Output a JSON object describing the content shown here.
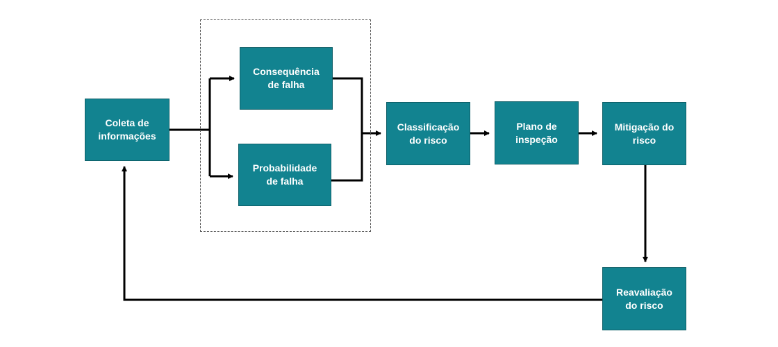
{
  "colors": {
    "node_fill": "#128390",
    "node_border": "#0d5f68",
    "node_text": "#ffffff",
    "connector": "#000000",
    "group_border": "#555555"
  },
  "nodes": {
    "coleta": {
      "line1": "Coleta de",
      "line2": "informações"
    },
    "consequencia": {
      "line1": "Consequência",
      "line2": "de falha"
    },
    "probabilidade": {
      "line1": "Probabilidade",
      "line2": "de falha"
    },
    "classificacao": {
      "line1": "Classificação",
      "line2": "do risco"
    },
    "plano": {
      "line1": "Plano de",
      "line2": "inspeção"
    },
    "mitigacao": {
      "line1": "Mitigação do",
      "line2": "risco"
    },
    "reavaliacao": {
      "line1": "Reavaliação",
      "line2": "do risco"
    }
  }
}
